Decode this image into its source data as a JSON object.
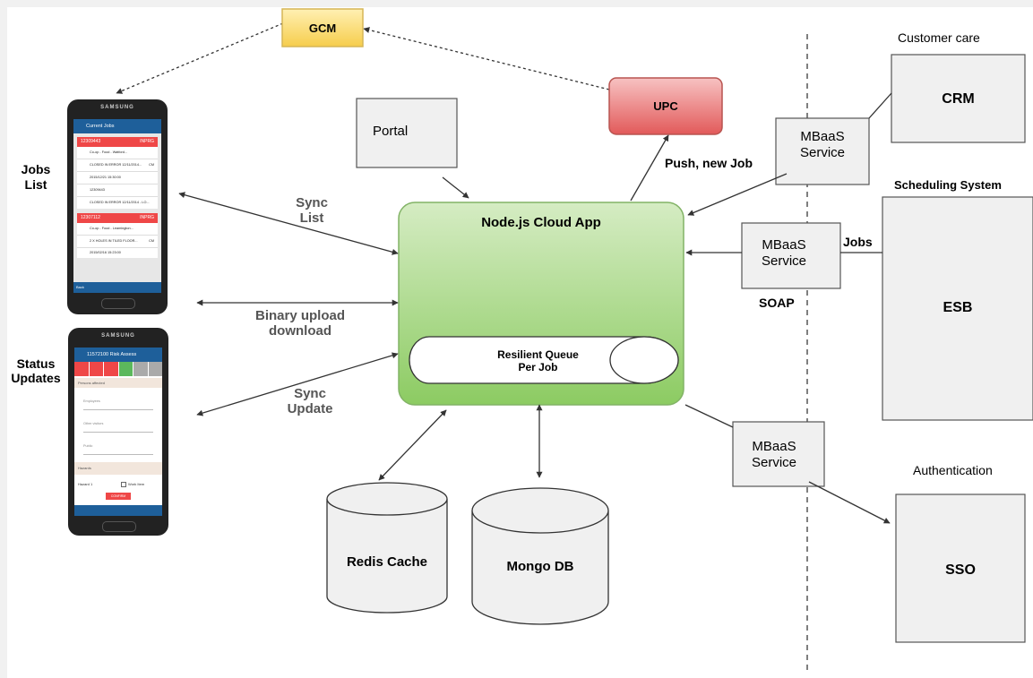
{
  "gcm": "GCM",
  "upc": "UPC",
  "portal": "Portal",
  "push_label": "Push, new Job",
  "node_app": "Node.js Cloud App",
  "queue": {
    "line1": "Resilient Queue",
    "line2": "Per Job"
  },
  "jobs_list": {
    "line1": "Jobs",
    "line2": "List"
  },
  "status_updates": {
    "line1": "Status",
    "line2": "Updates"
  },
  "sync_list": {
    "line1": "Sync",
    "line2": "List"
  },
  "binary": {
    "line1": "Binary upload",
    "line2": "download"
  },
  "sync_update": {
    "line1": "Sync",
    "line2": "Update"
  },
  "redis": "Redis Cache",
  "mongo": "Mongo DB",
  "mbaas_1": {
    "line1": "MBaaS",
    "line2": "Service"
  },
  "mbaas_2": {
    "line1": "MBaaS",
    "line2": "Service"
  },
  "mbaas_3": {
    "line1": "MBaaS",
    "line2": "Service"
  },
  "soap": "SOAP",
  "jobs_label": "Jobs",
  "customer_care": "Customer care",
  "crm": "CRM",
  "scheduling_system": "Scheduling System",
  "esb": "ESB",
  "authentication": "Authentication",
  "sso": "SSO",
  "phone1": {
    "brand": "SAMSUNG",
    "header": "Current Jobs",
    "job_id_1": "12309443",
    "status_1": "INPRG",
    "item_1": "Co-op - Food - Watford...",
    "item_2": "CLOSED IN ERROR 12/11/2014...",
    "item_2_code": "CM",
    "item_3": "2015/12/21 15:30:00",
    "item_4": "12309443",
    "item_5": "CLOSED IN ERROR 12/11/2014 - LO...",
    "job_id_2": "12307112",
    "status_2": "INPRG",
    "item_6": "Co-op - Food - Leamington...",
    "item_7": "2 X HOLES IN TILED FLOOR...",
    "item_7_code": "CM",
    "item_8": "2015/02/16 15:23:00",
    "back": "Back"
  },
  "phone2": {
    "brand": "SAMSUNG",
    "header": "11572100 Risk Assess",
    "section1": "Persons affected",
    "field1": "Employees",
    "field2": "Other visitors",
    "field3": "Public",
    "section2": "Hazards",
    "hazard_label": "Hazard 1",
    "checkbox_label": "Work Item",
    "confirm": "CONFIRM"
  },
  "colors": {
    "green_fill": "#9fd37c",
    "green_stroke": "#82b366",
    "red_fill": "#e8686a",
    "red_stroke": "#b85450",
    "yellow_fill": "#f8d55e",
    "yellow_stroke": "#d6b656",
    "gray_fill": "#f0f0f0",
    "box_stroke": "#555555",
    "phone_header": "#1e5f9a",
    "phone_red": "#ef4747"
  }
}
